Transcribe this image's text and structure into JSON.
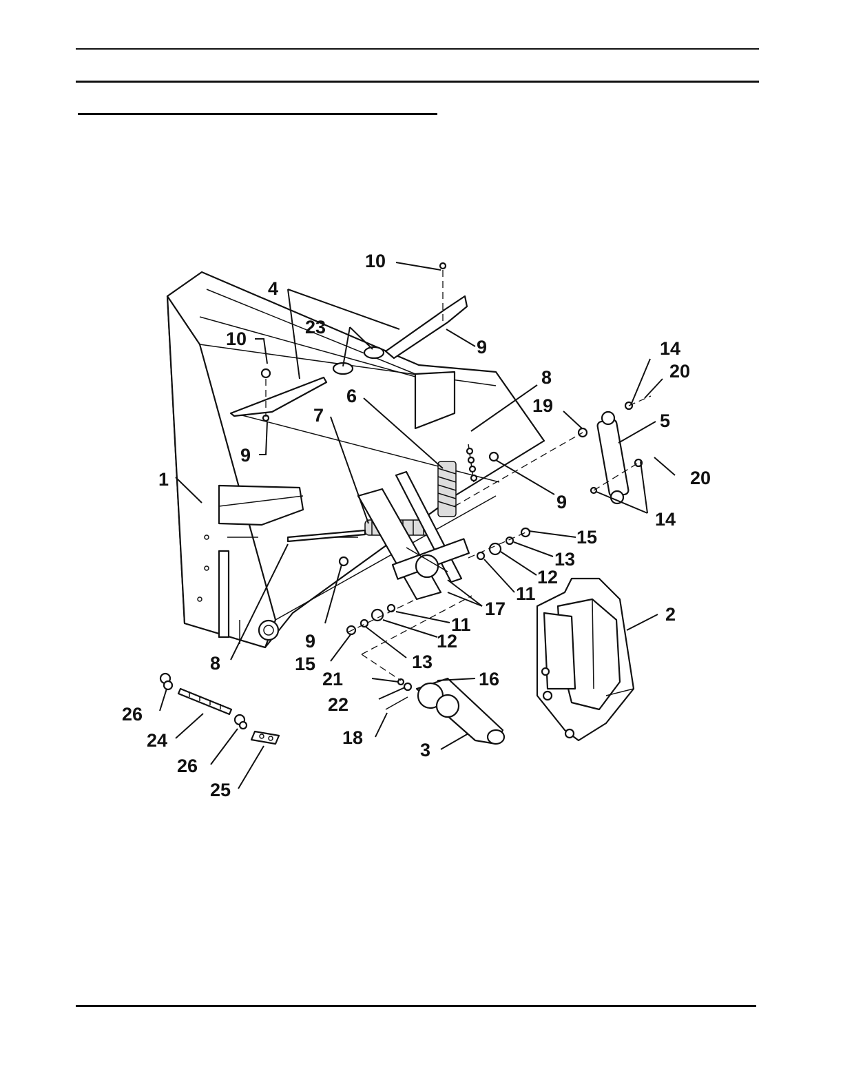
{
  "callouts": [
    {
      "id": "c10a",
      "label": "10"
    },
    {
      "id": "c4",
      "label": "4"
    },
    {
      "id": "c23",
      "label": "23"
    },
    {
      "id": "c9a",
      "label": "9"
    },
    {
      "id": "c10b",
      "label": "10"
    },
    {
      "id": "c14a",
      "label": "14"
    },
    {
      "id": "c20a",
      "label": "20"
    },
    {
      "id": "c8a",
      "label": "8"
    },
    {
      "id": "c6",
      "label": "6"
    },
    {
      "id": "c7",
      "label": "7"
    },
    {
      "id": "c19",
      "label": "19"
    },
    {
      "id": "c5",
      "label": "5"
    },
    {
      "id": "c9b",
      "label": "9"
    },
    {
      "id": "c1",
      "label": "1"
    },
    {
      "id": "c20b",
      "label": "20"
    },
    {
      "id": "c9c",
      "label": "9"
    },
    {
      "id": "c14b",
      "label": "14"
    },
    {
      "id": "c15a",
      "label": "15"
    },
    {
      "id": "c13a",
      "label": "13"
    },
    {
      "id": "c12a",
      "label": "12"
    },
    {
      "id": "c11a",
      "label": "11"
    },
    {
      "id": "c17",
      "label": "17"
    },
    {
      "id": "c2",
      "label": "2"
    },
    {
      "id": "c11b",
      "label": "11"
    },
    {
      "id": "c12b",
      "label": "12"
    },
    {
      "id": "c9d",
      "label": "9"
    },
    {
      "id": "c15b",
      "label": "15"
    },
    {
      "id": "c13b",
      "label": "13"
    },
    {
      "id": "c8b",
      "label": "8"
    },
    {
      "id": "c21",
      "label": "21"
    },
    {
      "id": "c16",
      "label": "16"
    },
    {
      "id": "c22",
      "label": "22"
    },
    {
      "id": "c26a",
      "label": "26"
    },
    {
      "id": "c24",
      "label": "24"
    },
    {
      "id": "c18",
      "label": "18"
    },
    {
      "id": "c3",
      "label": "3"
    },
    {
      "id": "c26b",
      "label": "26"
    },
    {
      "id": "c25",
      "label": "25"
    }
  ]
}
